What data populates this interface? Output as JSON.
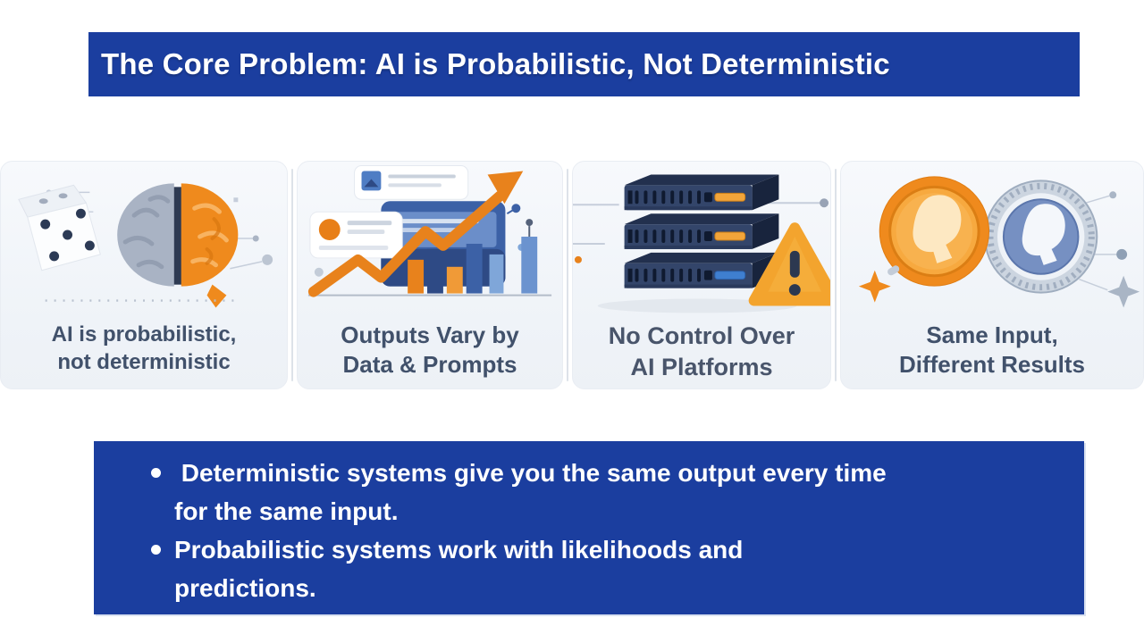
{
  "colors": {
    "primary_blue": "#1b3e9f",
    "accent_orange": "#ef8a1d",
    "warning_orange": "#f3a42e",
    "caption_text": "#41516b",
    "panel_background": "#f3f6fa",
    "bullet_text": "#ffffff"
  },
  "header": {
    "title": "The Core Problem: AI is Probabilistic, Not Deterministic"
  },
  "panels": [
    {
      "icon": "dice-and-brain",
      "lines": [
        "AI is probabilistic,",
        "not deterministic"
      ]
    },
    {
      "icon": "charts-rising-arrow",
      "lines": [
        "Outputs Vary by",
        "Data & Prompts"
      ]
    },
    {
      "icon": "server-stack-warning",
      "lines": [
        "No Control Over",
        "AI Platforms"
      ]
    },
    {
      "icon": "two-coins",
      "lines": [
        "Same Input,",
        "Different Results"
      ]
    }
  ],
  "key_points": {
    "bullets": [
      {
        "lines": [
          " Deterministic systems give you the same output every time",
          "for the same input."
        ]
      },
      {
        "lines": [
          "Probabilistic systems work with likelihoods and",
          "predictions."
        ]
      }
    ]
  }
}
